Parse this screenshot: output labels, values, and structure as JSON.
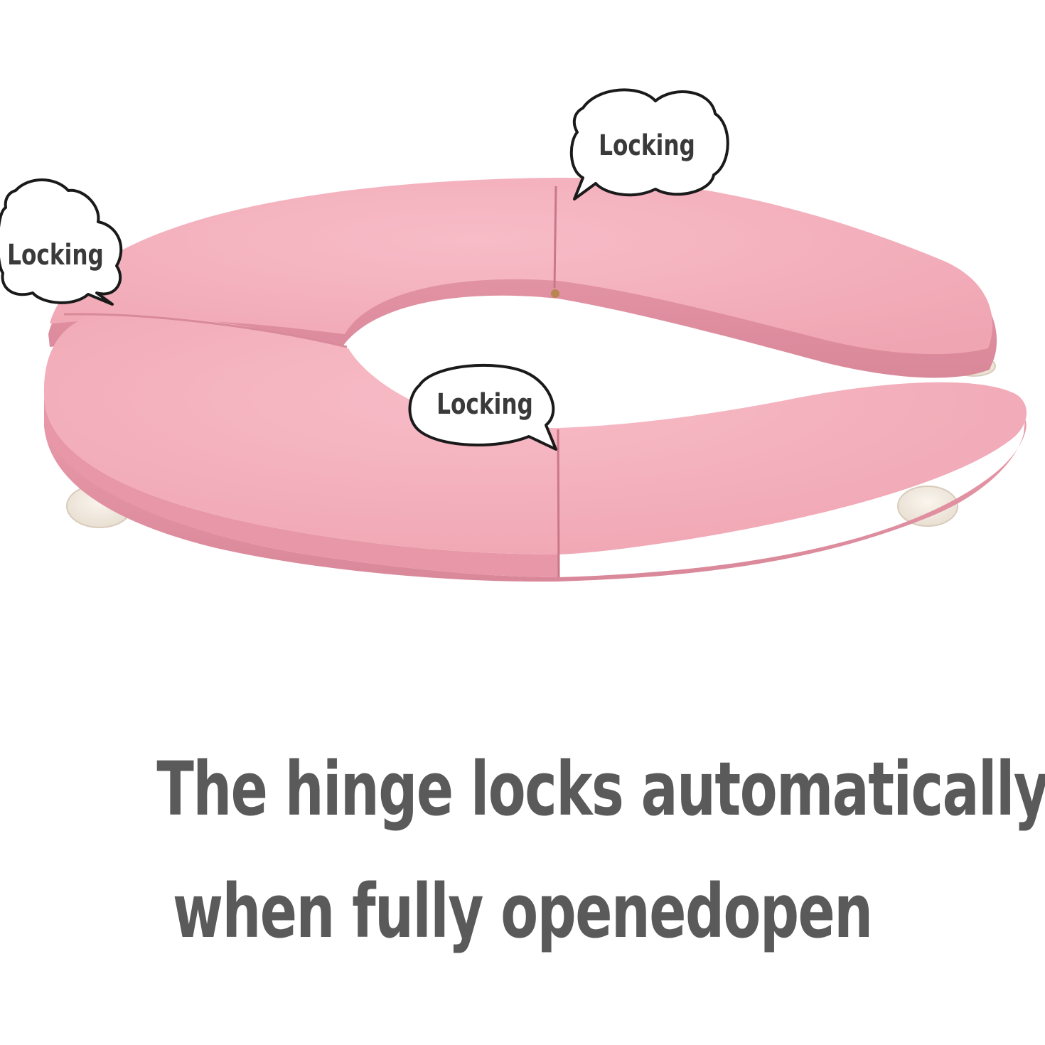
{
  "callouts": [
    {
      "id": "left",
      "label": "Locking"
    },
    {
      "id": "top",
      "label": "Locking"
    },
    {
      "id": "center",
      "label": "Locking"
    }
  ],
  "caption": {
    "line1": "The hinge locks automatically",
    "line2": "when fully openedopen"
  },
  "colors": {
    "seat_top": "#f4b1bd",
    "seat_edge": "#e38f9f",
    "suction_cup": "#f3ebe1",
    "caption_text": "#5a5a5a"
  }
}
